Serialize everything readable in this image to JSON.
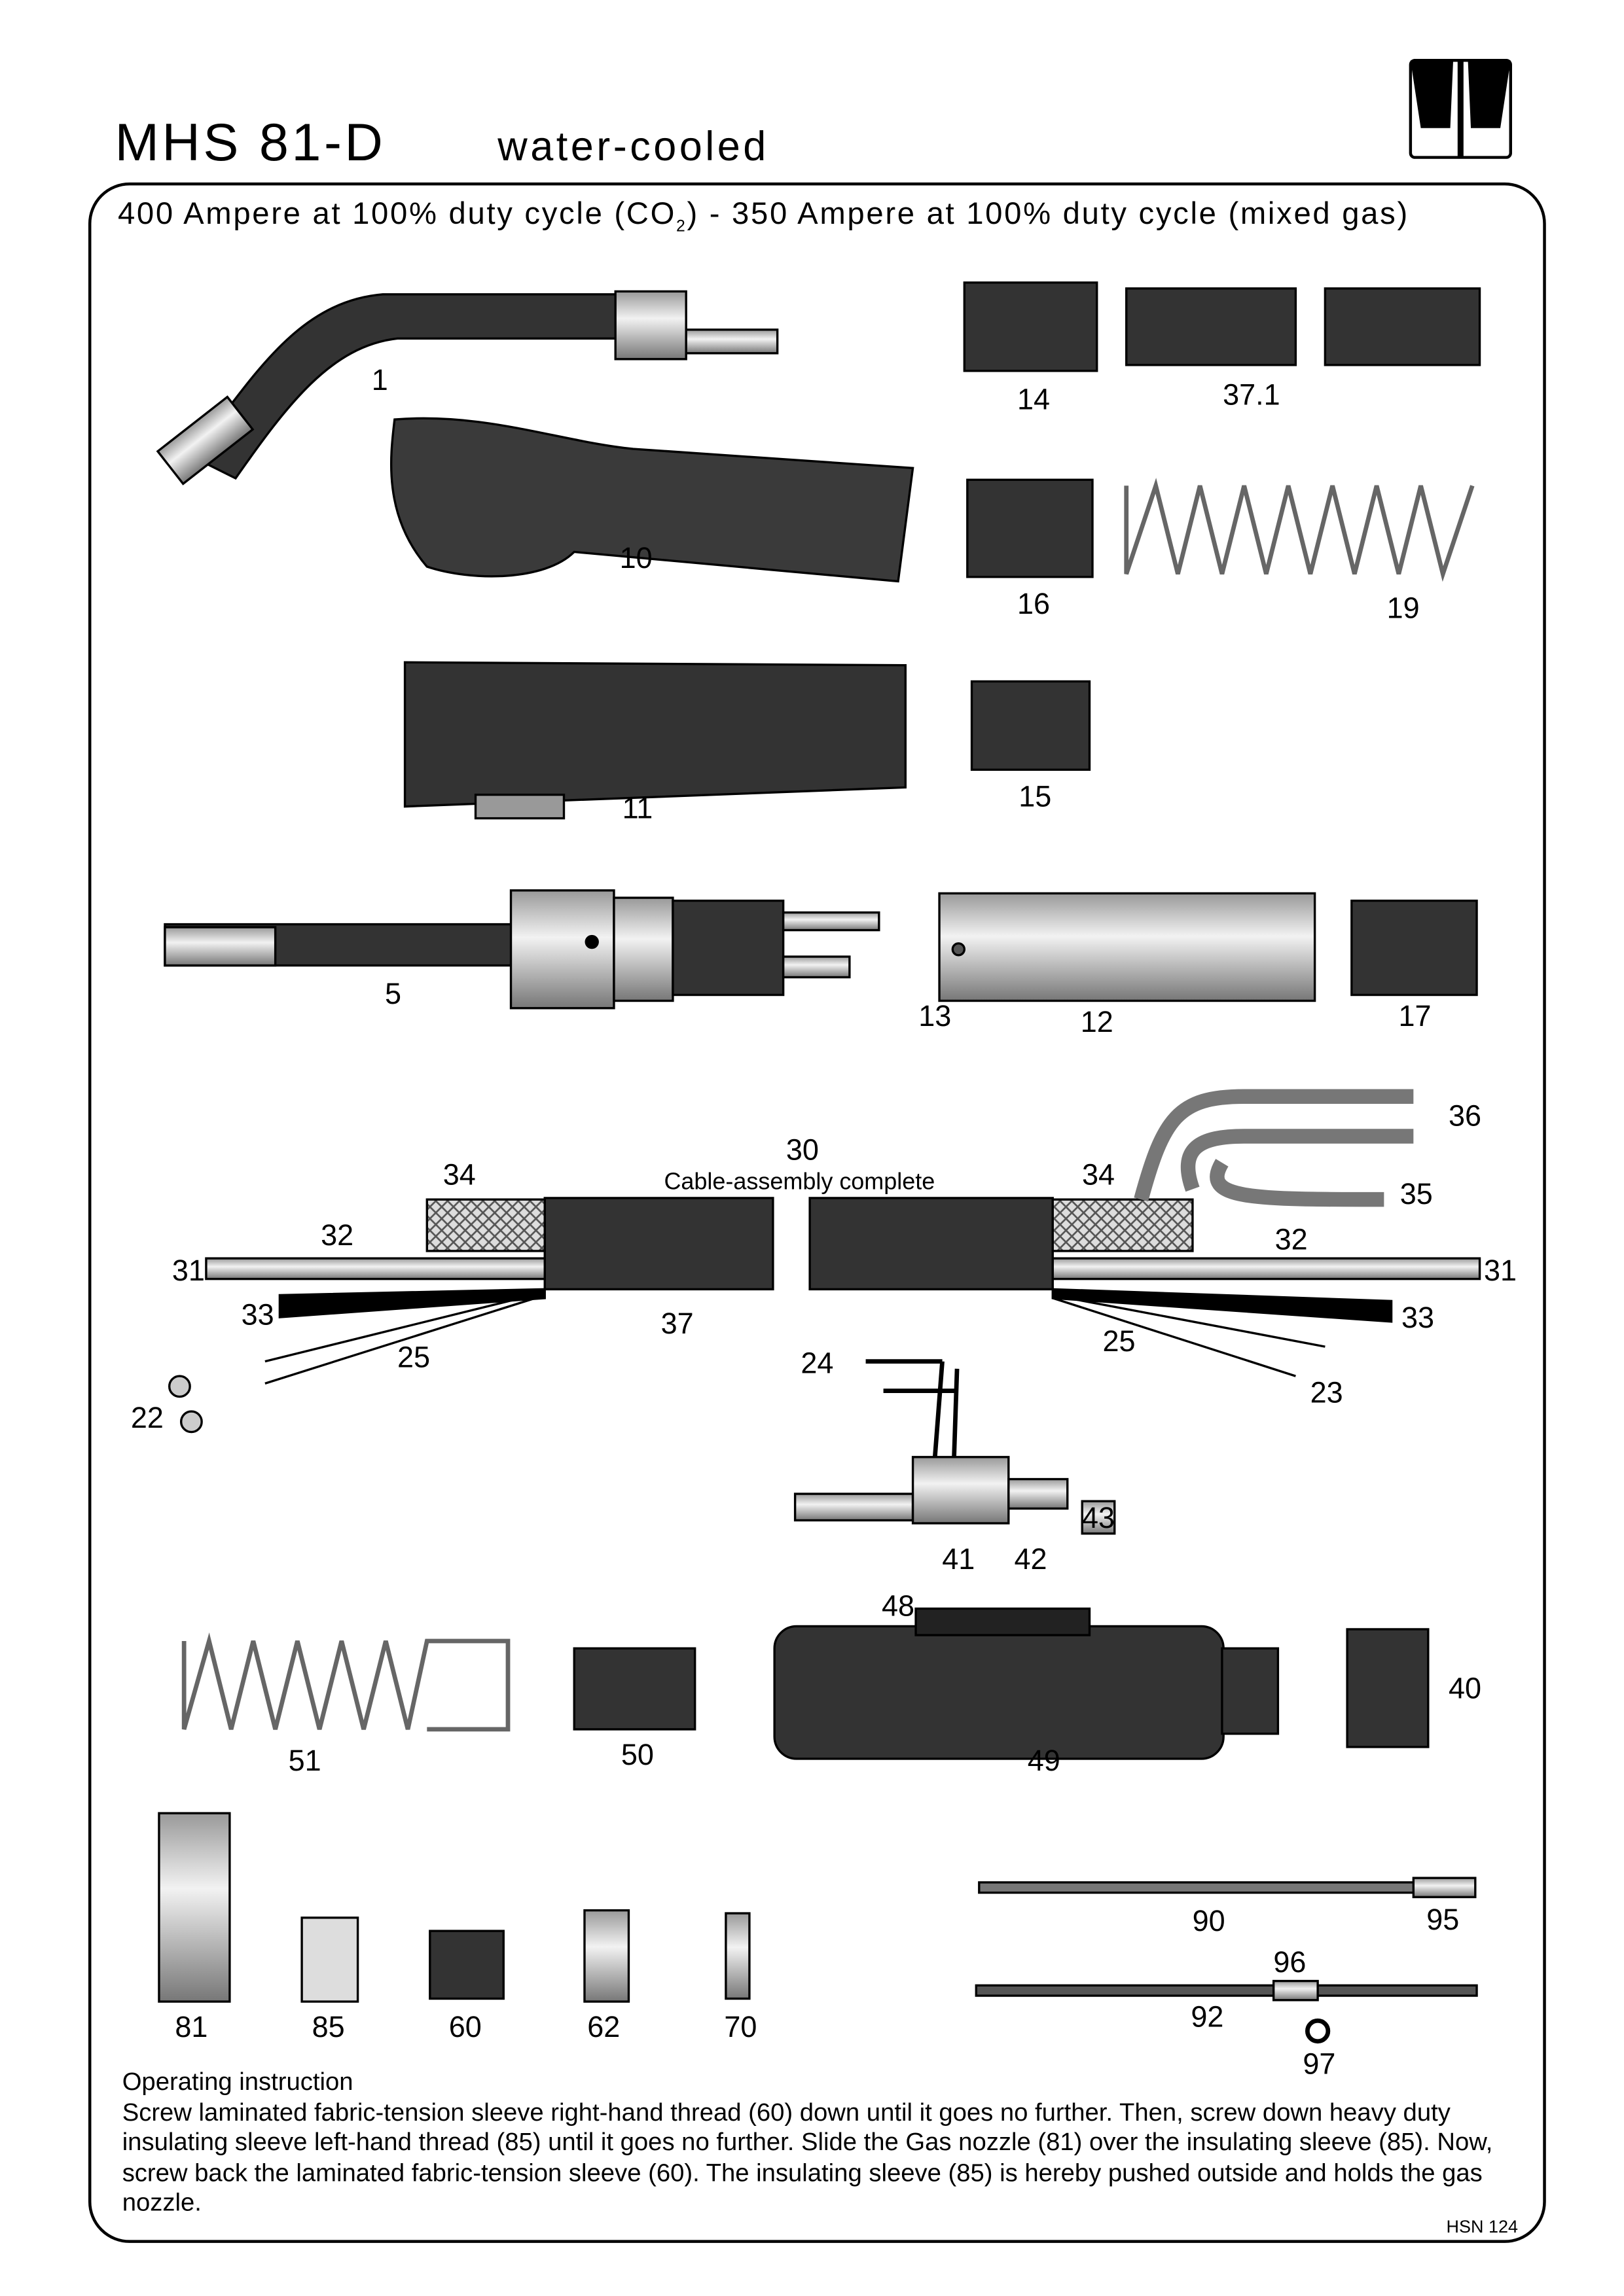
{
  "header": {
    "model": "MHS 81-D",
    "cooling": "water-cooled",
    "logo": "company-logo",
    "rating_part1": "400 Ampere at 100% duty cycle (CO",
    "rating_sub": "2",
    "rating_part2": ") - 350 Ampere at 100% duty cycle (mixed gas)"
  },
  "parts": [
    "1",
    "14",
    "37.1",
    "10",
    "16",
    "19",
    "11",
    "15",
    "5",
    "13",
    "12",
    "17",
    "36",
    "30",
    "34",
    "34",
    "35",
    "32",
    "32",
    "31",
    "31",
    "33",
    "37",
    "33",
    "25",
    "25",
    "24",
    "23",
    "22",
    "43",
    "41",
    "42",
    "48",
    "40",
    "51",
    "50",
    "49",
    "90",
    "95",
    "96",
    "92",
    "97",
    "81",
    "85",
    "60",
    "62",
    "70"
  ],
  "cable_caption": "Cable-assembly complete",
  "instruction": {
    "heading": "Operating instruction",
    "body": "Screw laminated fabric-tension sleeve right-hand thread (60) down until it goes no further. Then, screw down heavy duty insulating sleeve left-hand thread (85) until it goes no further. Slide the Gas nozzle (81) over the insulating sleeve (85). Now, screw back the laminated fabric-tension sleeve (60). The insulating sleeve (85) is hereby pushed outside and holds the gas nozzle."
  },
  "doc_code": "HSN 124"
}
